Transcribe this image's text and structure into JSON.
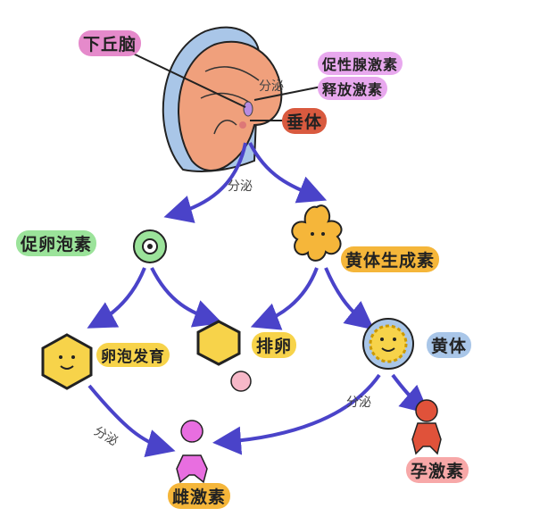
{
  "labels": {
    "hypothalamus": "下丘脑",
    "gnrh_line1": "促性腺激素",
    "gnrh_line2": "释放激素",
    "pituitary": "垂体",
    "fsh": "促卵泡素",
    "lh": "黄体生成素",
    "follicle_development": "卵泡发育",
    "ovulation": "排卵",
    "corpus_luteum": "黄体",
    "estrogen": "雌激素",
    "progesterone": "孕激素"
  },
  "secrete": [
    "分泌",
    "分泌",
    "分泌",
    "分泌"
  ],
  "colors": {
    "pink": "#e58acb",
    "magenta": "#d98be0",
    "red": "#d95a3f",
    "green": "#9be39a",
    "orange": "#f5b63a",
    "yellow": "#f7d34a",
    "blue": "#a9c6e8",
    "arrow": "#4a43c9",
    "brain": "#f0a07c"
  }
}
